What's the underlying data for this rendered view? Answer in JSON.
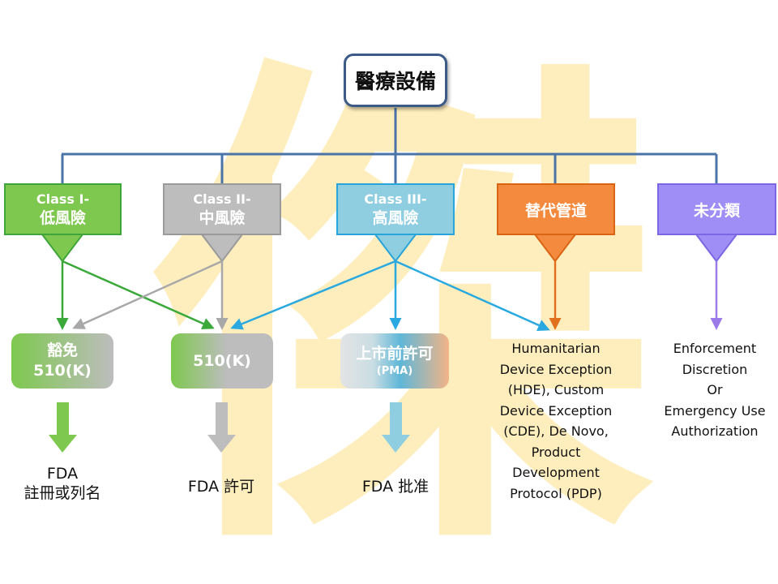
{
  "root": {
    "label": "醫療設備"
  },
  "watermark": {
    "text": "傑"
  },
  "categories": [
    {
      "line1": "Class I-",
      "line2": "低風險",
      "color": "#7ec84f",
      "border": "#3fa53a"
    },
    {
      "line1": "Class II-",
      "line2": "中風險",
      "color": "#bdbdbd",
      "border": "#9a9a9a"
    },
    {
      "line1": "Class III-",
      "line2": "高風險",
      "color": "#8fcde0",
      "border": "#27a5da"
    },
    {
      "line1": "替代管道",
      "color": "#f48a3d",
      "border": "#d86414"
    },
    {
      "line1": "未分類",
      "color": "#9e8ef6",
      "border": "#7b67e4"
    }
  ],
  "outcomes": [
    {
      "line1": "豁免",
      "line2": "510(K)"
    },
    {
      "line1": "510(K)"
    },
    {
      "line1": "上市前許可",
      "line2": "(PMA)"
    }
  ],
  "results": [
    {
      "text": "FDA\n註冊或列名"
    },
    {
      "text": "FDA 許可"
    },
    {
      "text": "FDA 批准"
    }
  ],
  "descriptions": [
    {
      "text": "Humanitarian\nDevice Exception\n(HDE), Custom\nDevice Exception\n(CDE), De Novo,\nProduct\nDevelopment\nProtocol (PDP)"
    },
    {
      "text": "Enforcement\nDiscretion\nOr\nEmergency Use\nAuthorization"
    }
  ],
  "colors": {
    "tree_line": "#4a74a8",
    "green_arrow": "#3aa93a",
    "gray_arrow": "#a8a8a8",
    "blue_arrow": "#29a9e0",
    "orange_arrow": "#e0701e",
    "purple_arrow": "#9a7be8",
    "watermark": "#ffe9a8"
  }
}
